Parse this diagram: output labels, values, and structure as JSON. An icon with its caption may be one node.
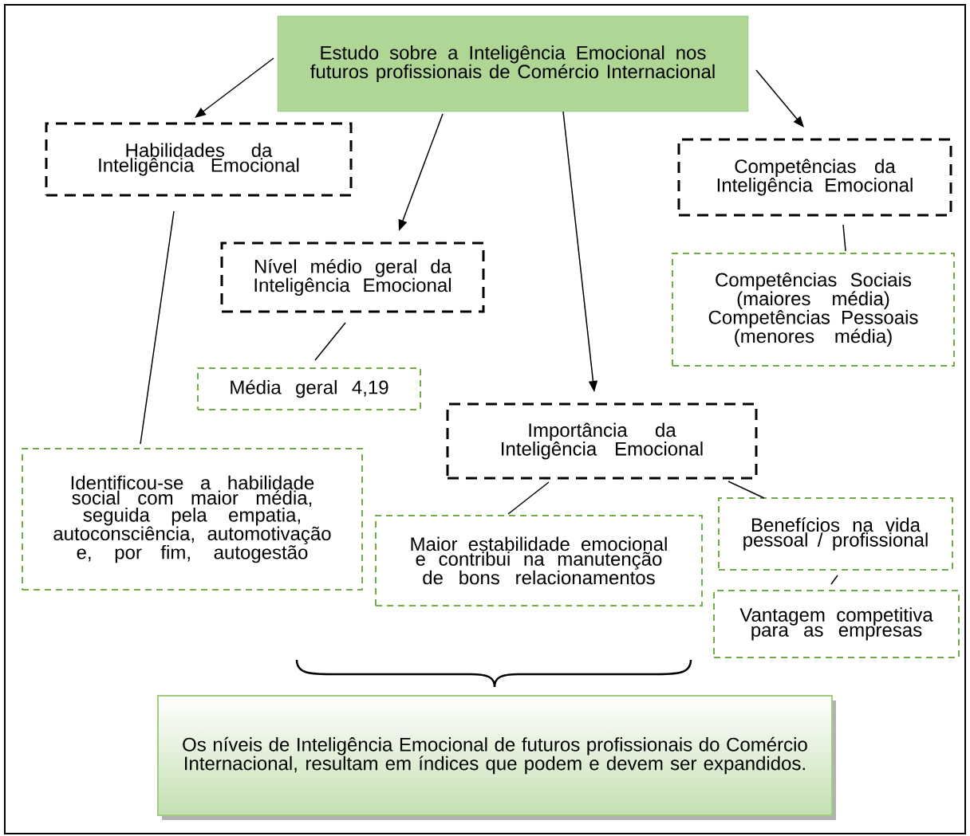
{
  "diagram": {
    "nodes": [
      {
        "text": [
          "Estudo sobre a Inteligência Emocional nos futuros profissionais de Comércio Internacional"
        ]
      },
      {
        "text": [
          "Habilidades da Inteligência Emocional"
        ]
      },
      {
        "text": [
          "Nível médio geral da Inteligência Emocional"
        ]
      },
      {
        "text": [
          "Competências da Inteligência Emocional"
        ]
      },
      {
        "text": [
          "Competências Sociais (maiores média) Competências Pessoais (menores média)"
        ]
      },
      {
        "text": [
          "Média geral 4,19"
        ]
      },
      {
        "text": [
          "Importância da Inteligência Emocional"
        ]
      },
      {
        "text": [
          "Identificou-se a habilidade social com maior média, seguida pela empatia, autoconsciência, automotivação e, por fim, autogestão"
        ]
      },
      {
        "text": [
          "Maior estabilidade emocional e contribui na manutenção de bons relacionamentos"
        ]
      },
      {
        "text": [
          "Benefícios na vida pessoal / profissional"
        ]
      },
      {
        "text": [
          "Vantagem competitiva para as empresas"
        ]
      },
      {
        "text": [
          "Os níveis de Inteligência Emocional de futuros profissionais do Comércio Internacional, resultam em índices que podem e devem ser expandidos."
        ]
      }
    ],
    "edges": [
      {
        "from": 0,
        "to": 1,
        "arrow": "to"
      },
      {
        "from": 0,
        "to": 2,
        "arrow": "to"
      },
      {
        "from": 0,
        "to": 6,
        "arrow": "to"
      },
      {
        "from": 0,
        "to": 3,
        "arrow": "to"
      },
      {
        "from": 1,
        "to": 7,
        "arrow": "none"
      },
      {
        "from": 2,
        "to": 5,
        "arrow": "none"
      },
      {
        "from": 3,
        "to": 4,
        "arrow": "none"
      },
      {
        "from": 6,
        "to": 8,
        "arrow": "none"
      },
      {
        "from": 6,
        "to": 9,
        "arrow": "none"
      },
      {
        "from": 9,
        "to": 10,
        "arrow": "none"
      }
    ]
  }
}
